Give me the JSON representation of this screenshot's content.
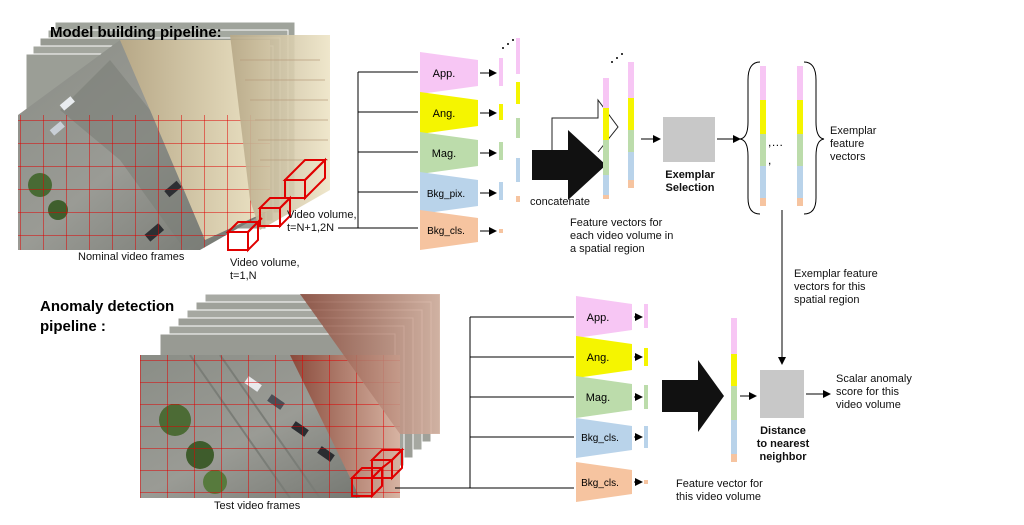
{
  "headings": {
    "model": "Model building pipeline:",
    "anomaly_line1": "Anomaly detection",
    "anomaly_line2": "pipeline :"
  },
  "captions": {
    "nominal_frames": "Nominal video frames",
    "video_volume_a_line1": "Video volume,",
    "video_volume_a_line2": "t=N+1,2N",
    "video_volume_b_line1": "Video volume,",
    "video_volume_b_line2": "t=1,N",
    "concatenate": "concatenate",
    "feature_vectors_line1": "Feature vectors for",
    "feature_vectors_line2": "each video volume in",
    "feature_vectors_line3": "a spatial region",
    "exemplar_selection_line1": "Exemplar",
    "exemplar_selection_line2": "Selection",
    "exemplar_vectors_line1": "Exemplar",
    "exemplar_vectors_line2": "feature",
    "exemplar_vectors_line3": "vectors",
    "region_exemplars_line1": "Exemplar feature",
    "region_exemplars_line2": "vectors for this",
    "region_exemplars_line3": "spatial region",
    "scalar_score_line1": "Scalar anomaly",
    "scalar_score_line2": "score for this",
    "scalar_score_line3": "video volume",
    "distance_line1": "Distance",
    "distance_line2": "to nearest",
    "distance_line3": "neighbor",
    "test_frames": "Test video frames",
    "test_feature_line1": "Feature vector for",
    "test_feature_line2": "this video volume",
    "set_separator": ",…",
    "set_comma": ","
  },
  "model_extractors": [
    "App.",
    "Ang.",
    "Mag.",
    "Bkg_pix.",
    "Bkg_cls."
  ],
  "anomaly_extractors": [
    "App.",
    "Ang.",
    "Mag.",
    "Bkg_cls.",
    "Bkg_cls."
  ],
  "colors": {
    "appearance": "#f7c6f4",
    "angle": "#f5f500",
    "magnitude": "#bcdcab",
    "background_pixel": "#b9d3ea",
    "background_class": "#f6c4a0",
    "grid": "#e00000",
    "box": "#c8c8c8",
    "arrow": "#111111"
  }
}
